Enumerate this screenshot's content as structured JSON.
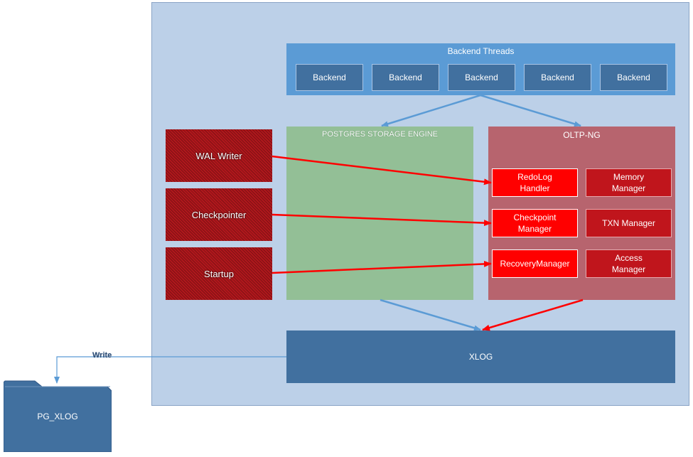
{
  "backend_threads": {
    "title": "Backend Threads",
    "backends": [
      "Backend",
      "Backend",
      "Backend",
      "Backend",
      "Backend"
    ]
  },
  "postgres_engine": {
    "title": "POSTGRES STORAGE ENGINE"
  },
  "oltp_ng": {
    "title": "OLTP-NG",
    "redo_log_handler": "RedoLog\nHandler",
    "memory_manager": "Memory\nManager",
    "checkpoint_manager": "Checkpoint\nManager",
    "txn_manager": "TXN Manager",
    "recovery_manager": "RecoveryManager",
    "access_manager": "Access\nManager"
  },
  "processes": {
    "wal_writer": "WAL Writer",
    "checkpointer": "Checkpointer",
    "startup": "Startup"
  },
  "xlog": {
    "label": "XLOG"
  },
  "write_label": "Write",
  "pg_xlog": {
    "label": "PG_XLOG"
  },
  "colors": {
    "container": "#bcd0e8",
    "threads": "#5b9bd5",
    "backend": "#41709f",
    "postgres_engine": "#93bf96",
    "oltp_ng": "#b7646e",
    "process": "#b0171c",
    "component_bright": "#ff0000",
    "component_dark": "#c0151c",
    "xlog": "#41709f",
    "arrow_blue": "#5b9bd5",
    "arrow_red": "#ff0000"
  }
}
